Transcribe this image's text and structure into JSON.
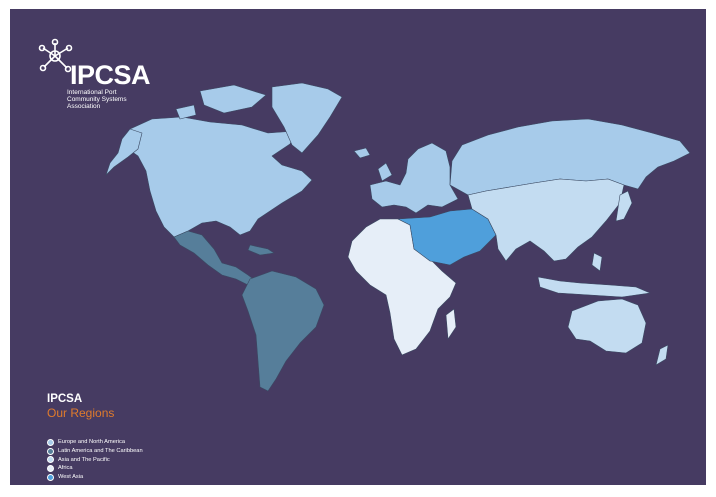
{
  "organization": {
    "name": "IPCSA",
    "full_name_lines": [
      "International Port",
      "Community Systems",
      "Association"
    ]
  },
  "legend": {
    "title": "IPCSA",
    "subtitle": "Our Regions",
    "items": [
      {
        "label": "Europe and North America",
        "color": "#a7cbea"
      },
      {
        "label": "Latin America and The Caribbean",
        "color": "#567e9a"
      },
      {
        "label": "Asia and The Pacific",
        "color": "#c3dcf1"
      },
      {
        "label": "Africa",
        "color": "#e6eef8"
      },
      {
        "label": "West Asia",
        "color": "#4f9fdb"
      }
    ]
  },
  "colors": {
    "background": "#463b62",
    "country_border": "#3b4a63",
    "subtitle_accent": "#e07b2c"
  }
}
